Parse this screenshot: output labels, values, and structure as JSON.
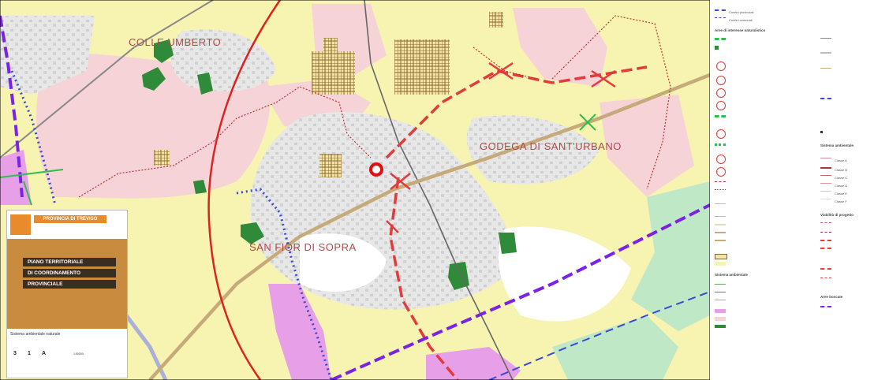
{
  "place_names": {
    "colle": "COLLE UMBERTO",
    "godega": "GODEGA DI SANT'URBANO",
    "sanfior": "SAN FIOR DI SOPRA"
  },
  "cover": {
    "province": "PROVINCIA DI TREVISO",
    "title_lines": [
      "PIANO TERRITORIALE",
      "DI COORDINAMENTO",
      "PROVINCIALE"
    ],
    "subtitle": "Sistema ambientale naturale",
    "code_1": "3",
    "code_2": "1",
    "code_3": "A",
    "scale": "1:50000"
  },
  "legend": {
    "items": [
      "Confini provinciali",
      "Confini comunali"
    ],
    "headers": [
      "Aree di interesse naturalistico",
      "Sistema ambientale",
      "Viabilità di progetto",
      "Aree boscate"
    ],
    "classes": [
      "Classe A",
      "Classe B",
      "Classe C",
      "Classe D",
      "Classe E",
      "Classe F"
    ]
  },
  "colors": {
    "yellow": "#f7f3b0",
    "pink": "#f6d3d6",
    "urban": "#dcdcdc",
    "road": "#c7aa7a",
    "red": "#e23b3b",
    "blue": "#3848d8",
    "purple": "#7b22e8",
    "green": "#2f8a3a",
    "hatch": "#8a6a2a",
    "magenta": "#e7a0e8",
    "lightgreen": "#bfe8c6"
  }
}
